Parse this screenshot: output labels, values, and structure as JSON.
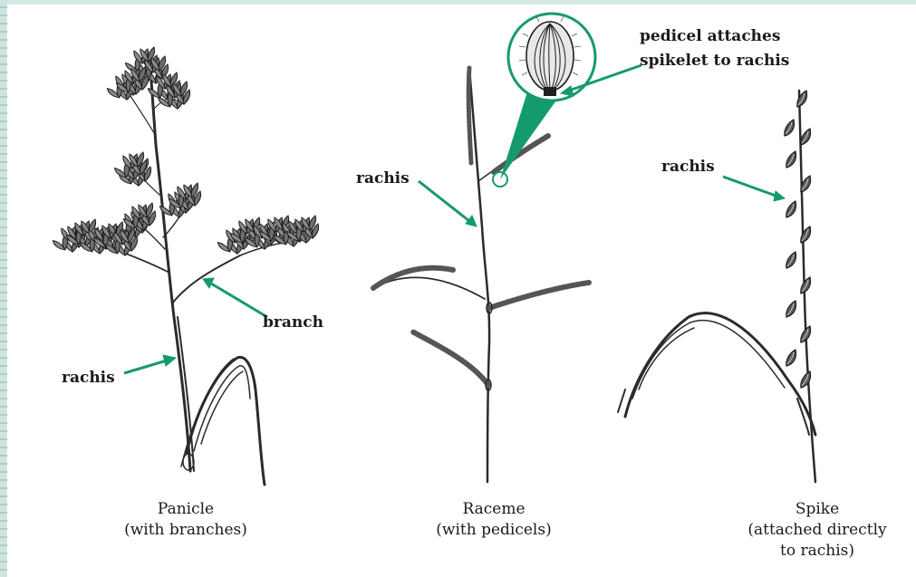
{
  "colors": {
    "arrow": "#159a6c",
    "ink": "#2b2b2b",
    "border": "#cfe5e1"
  },
  "labels": {
    "panicle_rachis": "rachis",
    "panicle_branch": "branch",
    "raceme_rachis": "rachis",
    "pedicel_line1": "pedicel attaches",
    "pedicel_line2": "spikelet to rachis",
    "spike_rachis": "rachis"
  },
  "captions": {
    "panicle": {
      "name": "Panicle",
      "detail": "(with branches)"
    },
    "raceme": {
      "name": "Raceme",
      "detail": "(with pedicels)"
    },
    "spike": {
      "name": "Spike",
      "detail": "(attached directly",
      "detail2": "to rachis)"
    }
  }
}
